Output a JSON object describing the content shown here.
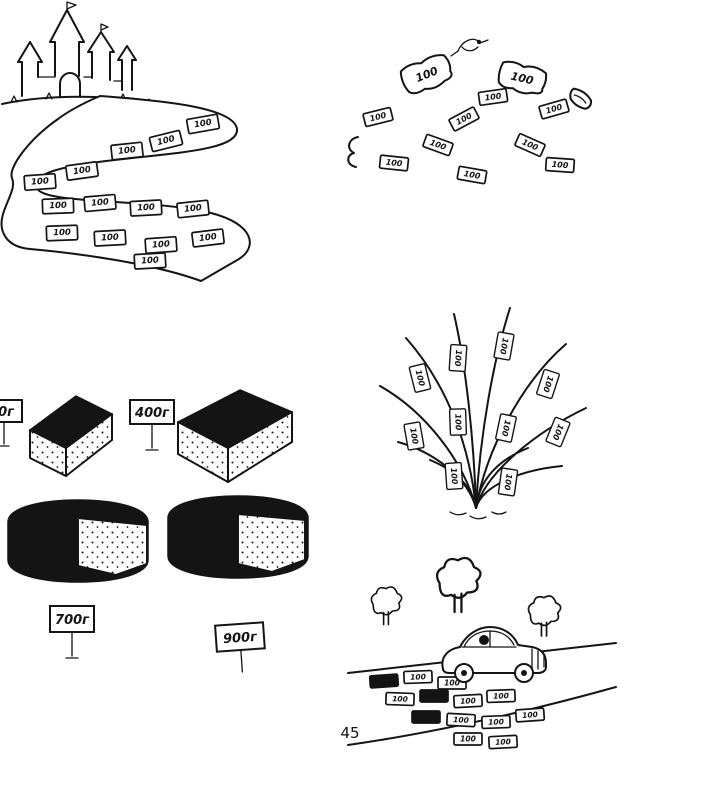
{
  "page": {
    "number": "45"
  },
  "money": {
    "denomination": "100"
  },
  "cheese": {
    "sign_partial": "0г",
    "sign_wedge": "400г",
    "sign_wheel_left": "700г",
    "sign_wheel_right": "900г"
  }
}
